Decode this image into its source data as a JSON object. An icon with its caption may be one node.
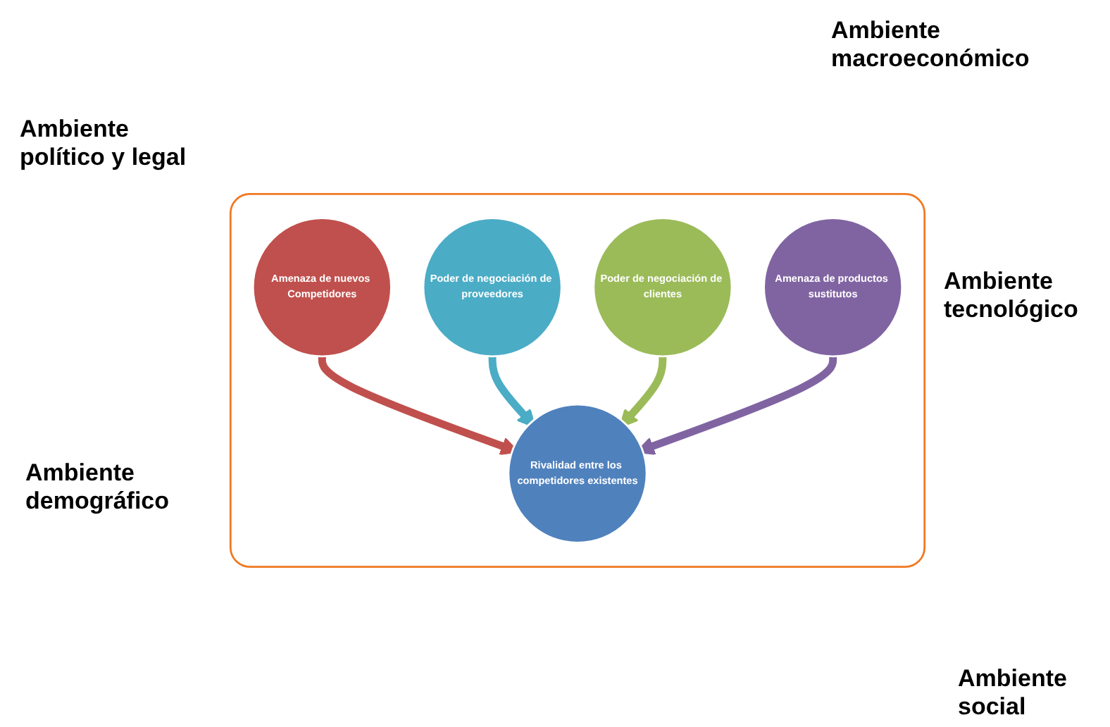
{
  "diagram": {
    "nodes": [
      {
        "text": [],
        "shape": "box"
      },
      {
        "text": [
          "Amenaza de nuevos Competidores"
        ],
        "in": 0
      },
      {
        "text": [
          "Poder de negociación de proveedores"
        ],
        "in": 0
      },
      {
        "text": [
          "Rivalidad entre los competidores existentes"
        ],
        "in": 0
      },
      {
        "text": [
          "Poder de negociación de clientes"
        ],
        "in": 0
      },
      {
        "text": [
          "Amenaza de productos sustitutos"
        ],
        "in": 0
      }
    ],
    "edges": [
      {
        "from": 1,
        "to": 3,
        "arrow": "to",
        "color": "#c0504d"
      },
      {
        "from": 2,
        "to": 3,
        "arrow": "to",
        "color": "#4bacc6"
      },
      {
        "from": 4,
        "to": 3,
        "arrow": "to",
        "color": "#9bbb59"
      },
      {
        "from": 5,
        "to": 3,
        "arrow": "to",
        "color": "#8064a2"
      }
    ],
    "labels": [
      "Ambiente macroeconómico",
      "Ambiente político y legal",
      "Ambiente tecnológico",
      "Ambiente demográfico",
      "Ambiente social"
    ]
  }
}
